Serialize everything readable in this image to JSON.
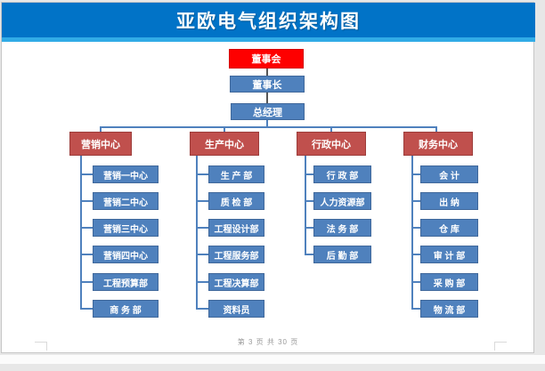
{
  "title": "亚欧电气组织架构图",
  "footer": "第 3 页 共 30 页",
  "colors": {
    "banner_blue": "#0173C7",
    "banner_light_blue": "#31ABE6",
    "root_red": "#FE0000",
    "branch_red": "#C0504D",
    "node_blue": "#4F81BD",
    "connector_blue": "#4F81BD",
    "connector_dark": "#565656"
  },
  "org": {
    "root": "董事会",
    "chairman": "董事长",
    "general_manager": "总经理",
    "branches": [
      {
        "label": "营销中心",
        "children": [
          "营销一中心",
          "营销二中心",
          "营销三中心",
          "营销四中心",
          "工程预算部",
          "商 务 部"
        ]
      },
      {
        "label": "生产中心",
        "children": [
          "生 产 部",
          "质 检 部",
          "工程设计部",
          "工程服务部",
          "工程决算部",
          "资料员"
        ]
      },
      {
        "label": "行政中心",
        "children": [
          "行 政 部",
          "人力资源部",
          "法 务 部",
          "后 勤 部"
        ]
      },
      {
        "label": "财务中心",
        "children": [
          "会 计",
          "出 纳",
          "仓 库",
          "审 计 部",
          "采 购 部",
          "物 流 部"
        ]
      }
    ]
  }
}
